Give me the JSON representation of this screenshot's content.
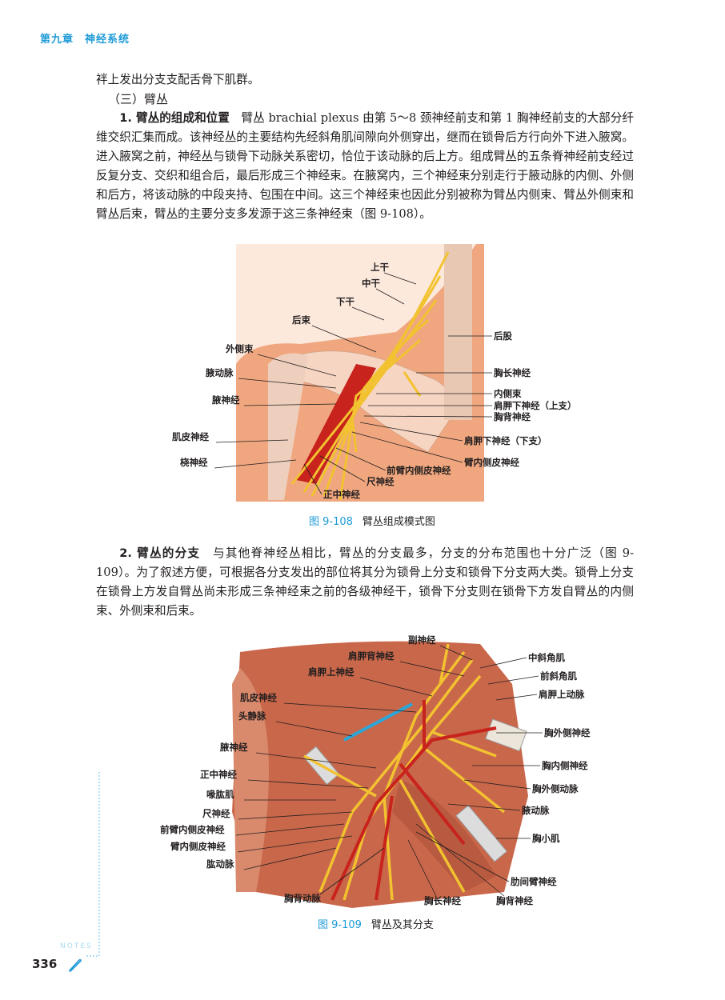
{
  "header": {
    "chapter": "第九章　神经系统"
  },
  "body": {
    "line0": "袢上发出分支支配舌骨下肌群。",
    "section_heading": "（三）臂丛",
    "p1_title": "1. 臂丛的组成和位置",
    "p1_term": "臂丛",
    "p1_text": " brachial plexus 由第 5～8 颈神经前支和第 1 胸神经前支的大部分纤维交织汇集而成。该神经丛的主要结构先经斜角肌间隙向外侧穿出，继而在锁骨后方行向外下进入腋窝。进入腋窝之前，神经丛与锁骨下动脉关系密切，恰位于该动脉的后上方。组成臂丛的五条脊神经前支经过反复分支、交织和组合后，最后形成三个神经束。在腋窝内，三个神经束分别走行于腋动脉的内侧、外侧和后方，将该动脉的中段夹持、包围在中间。这三个神经束也因此分别被称为臂丛内侧束、臂丛外侧束和臂丛后束，臂丛的主要分支多发源于这三条神经束（图 9-108）。",
    "p2_title": "2. 臂丛的分支",
    "p2_text": "与其他脊神经丛相比，臂丛的分支最多，分支的分布范围也十分广泛（图 9-109）。为了叙述方便，可根据各分支发出的部位将其分为锁骨上分支和锁骨下分支两大类。锁骨上分支在锁骨上方发自臂丛尚未形成三条神经束之前的各级神经干，锁骨下分支则在锁骨下方发自臂丛的内侧束、外侧束和后束。"
  },
  "figure1": {
    "number": "图 9-108",
    "title": "臂丛组成模式图",
    "labels": [
      "上干",
      "中干",
      "下干",
      "后束",
      "外侧束",
      "腋动脉",
      "腋神经",
      "肌皮神经",
      "桡神经",
      "后股",
      "胸长神经",
      "内侧束",
      "肩胛下神经（上支）",
      "胸背神经",
      "肩胛下神经（下支）",
      "臂内侧皮神经",
      "前臂内侧皮神经",
      "尺神经",
      "正中神经"
    ]
  },
  "figure2": {
    "number": "图 9-109",
    "title": "臂丛及其分支",
    "labels": [
      "副神经",
      "肩胛背神经",
      "肩胛上神经",
      "中斜角肌",
      "前斜角肌",
      "肩胛上动脉",
      "肌皮神经",
      "头静脉",
      "胸外侧神经",
      "腋神经",
      "胸内侧神经",
      "正中神经",
      "胸外侧动脉",
      "喙肱肌",
      "尺神经",
      "腋动脉",
      "前臂内侧皮神经",
      "胸小肌",
      "臂内侧皮神经",
      "肱动脉",
      "肋间臂神经",
      "胸背动脉",
      "胸长神经",
      "胸背神经"
    ]
  },
  "footer": {
    "notes_label": "NOTES",
    "page_number": "336",
    "pencil_icon": "pencil-icon"
  },
  "colors": {
    "accent": "#1f9bd8",
    "nerve": "#f2c230",
    "artery": "#c8231c",
    "muscle": "#c9674a"
  }
}
